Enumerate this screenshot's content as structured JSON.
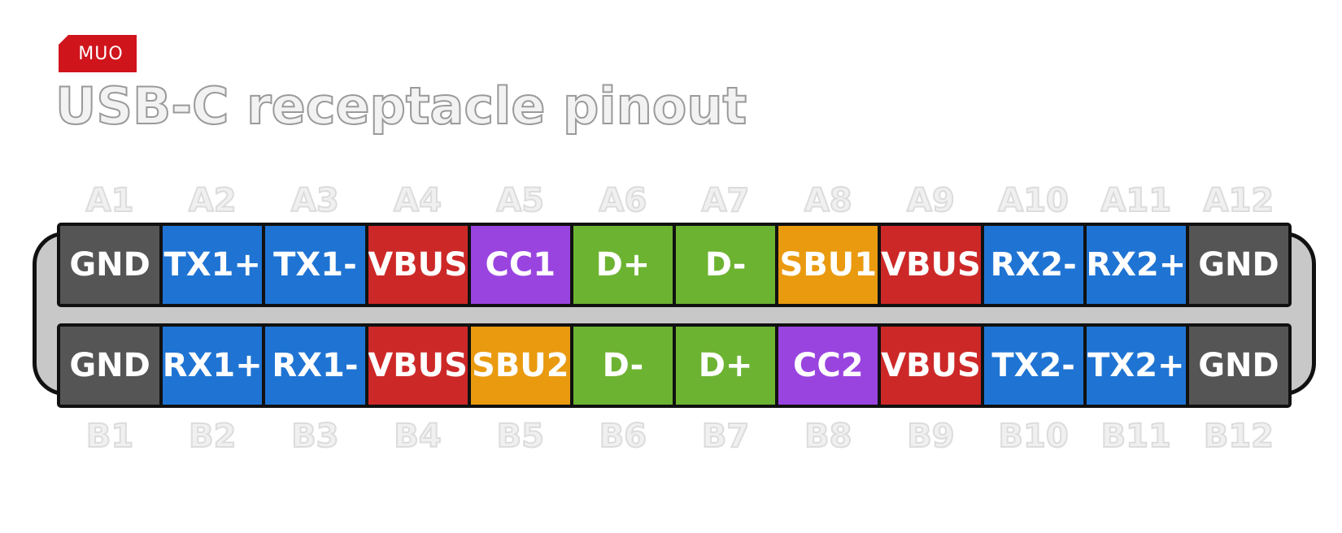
{
  "logo": {
    "text": "MUO"
  },
  "title": "USB-C receptacle pinout",
  "colors": {
    "GND": "#555555",
    "TX": "#1f74d3",
    "RX": "#1f74d3",
    "VBUS": "#cd2828",
    "CC": "#9a44e0",
    "D": "#6db332",
    "SBU": "#e99a0f"
  },
  "row_a": {
    "labels": [
      "A1",
      "A2",
      "A3",
      "A4",
      "A5",
      "A6",
      "A7",
      "A8",
      "A9",
      "A10",
      "A11",
      "A12"
    ],
    "pins": [
      {
        "name": "GND",
        "color": "#555555"
      },
      {
        "name": "TX1+",
        "color": "#1f74d3"
      },
      {
        "name": "TX1-",
        "color": "#1f74d3"
      },
      {
        "name": "VBUS",
        "color": "#cd2828"
      },
      {
        "name": "CC1",
        "color": "#9a44e0"
      },
      {
        "name": "D+",
        "color": "#6db332"
      },
      {
        "name": "D-",
        "color": "#6db332"
      },
      {
        "name": "SBU1",
        "color": "#e99a0f"
      },
      {
        "name": "VBUS",
        "color": "#cd2828"
      },
      {
        "name": "RX2-",
        "color": "#1f74d3"
      },
      {
        "name": "RX2+",
        "color": "#1f74d3"
      },
      {
        "name": "GND",
        "color": "#555555"
      }
    ]
  },
  "row_b": {
    "labels": [
      "B1",
      "B2",
      "B3",
      "B4",
      "B5",
      "B6",
      "B7",
      "B8",
      "B9",
      "B10",
      "B11",
      "B12"
    ],
    "pins": [
      {
        "name": "GND",
        "color": "#555555"
      },
      {
        "name": "RX1+",
        "color": "#1f74d3"
      },
      {
        "name": "RX1-",
        "color": "#1f74d3"
      },
      {
        "name": "VBUS",
        "color": "#cd2828"
      },
      {
        "name": "SBU2",
        "color": "#e99a0f"
      },
      {
        "name": "D-",
        "color": "#6db332"
      },
      {
        "name": "D+",
        "color": "#6db332"
      },
      {
        "name": "CC2",
        "color": "#9a44e0"
      },
      {
        "name": "VBUS",
        "color": "#cd2828"
      },
      {
        "name": "TX2-",
        "color": "#1f74d3"
      },
      {
        "name": "TX2+",
        "color": "#1f74d3"
      },
      {
        "name": "GND",
        "color": "#555555"
      }
    ]
  }
}
